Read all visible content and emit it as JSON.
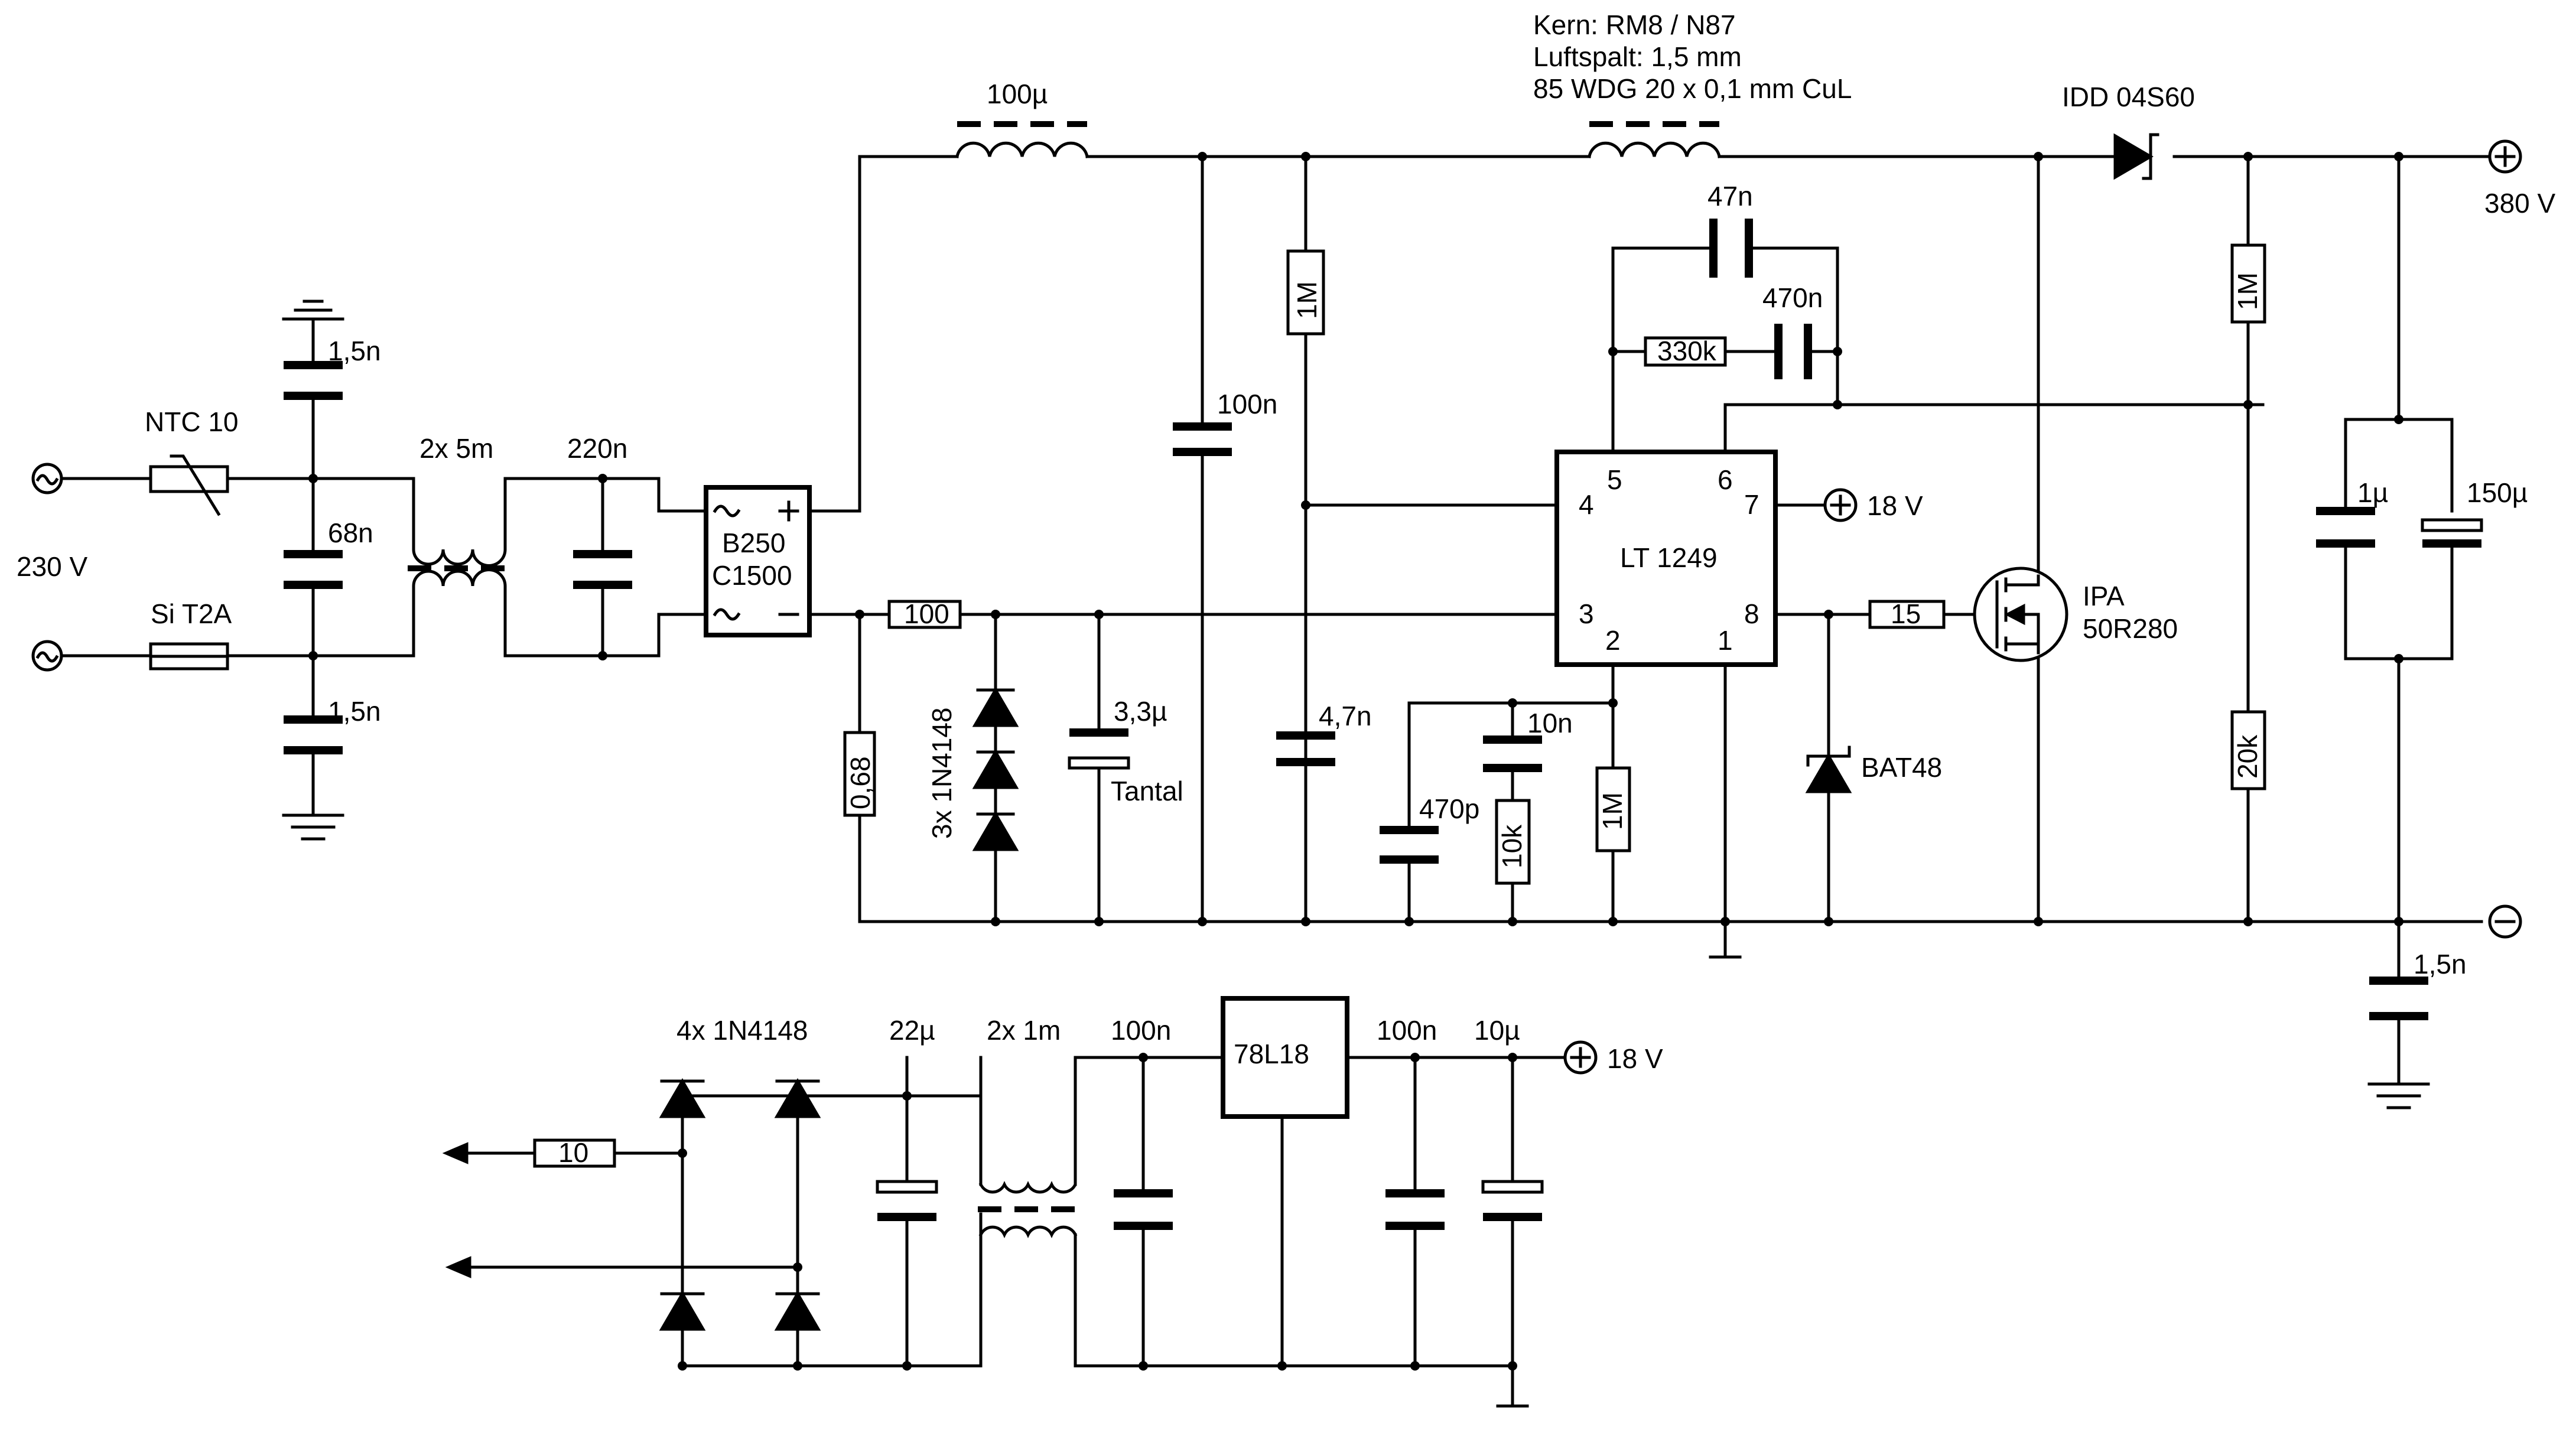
{
  "core_note": [
    "Kern: RM8 / N87",
    "Luftspalt: 1,5 mm",
    "85 WDG 20 x 0,1 mm CuL"
  ],
  "labels": {
    "ntc": "NTC 10",
    "fuse": "Si T2A",
    "mains": "230 V",
    "c_y_top": "1,5n",
    "c_x": "68n",
    "c_y_bottom": "1,5n",
    "choke": "2x 5m",
    "c_220n": "220n",
    "bridge_1": "B250",
    "bridge_2": "C1500",
    "l_100u": "100µ",
    "c_100n_main": "100n",
    "r_1m_left": "1M",
    "c_4n7": "4,7n",
    "r_100": "100",
    "r_shunt": "0,68",
    "diodes_3x": "3x 1N4148",
    "tantal_value": "3,3µ",
    "tantal_name": "Tantal",
    "c_47n": "47n",
    "r_330k": "330k",
    "c_470n": "470n",
    "ic_name": "LT 1249",
    "ic_pin_4": "4",
    "ic_pin_5": "5",
    "ic_pin_6": "6",
    "ic_pin_7": "7",
    "ic_pin_3": "3",
    "ic_pin_2": "2",
    "ic_pin_1": "1",
    "ic_pin_8": "8",
    "supply_18v_top": "18 V",
    "c_10n": "10n",
    "c_470p": "470p",
    "r_10k": "10k",
    "r_1m_pin2": "1M",
    "r_15": "15",
    "bat48": "BAT48",
    "mosfet_1": "IPA",
    "mosfet_2": "50R280",
    "diode_idd": "IDD 04S60",
    "r_1m_right": "1M",
    "r_20k": "20k",
    "c_1u": "1µ",
    "c_150u": "150µ",
    "out_voltage": "380 V",
    "c_1n5_gnd": "1,5n",
    "aux_bridge": "4x 1N4148",
    "r_10_aux": "10",
    "c_22u": "22µ",
    "choke_aux": "2x 1m",
    "c_100n_aux_in": "100n",
    "regulator": "78L18",
    "c_100n_aux_out": "100n",
    "c_10u": "10µ",
    "supply_18v_aux": "18 V"
  }
}
